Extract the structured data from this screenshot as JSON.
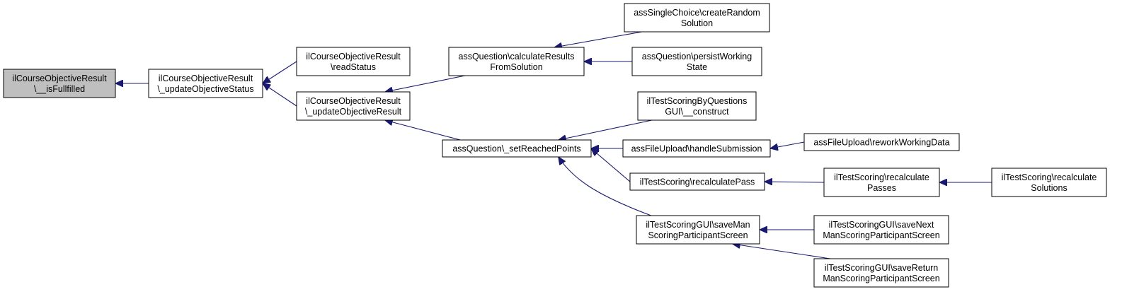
{
  "colors": {
    "edge": "#191970",
    "root_fill": "#bfbfbf",
    "node_fill": "#ffffff",
    "border": "#000000"
  },
  "nodes": [
    {
      "id": "n0",
      "lines": [
        "ilCourseObjectiveResult",
        "\\__isFullfilled"
      ],
      "root": true
    },
    {
      "id": "n1",
      "lines": [
        "ilCourseObjectiveResult",
        "\\_updateObjectiveStatus"
      ]
    },
    {
      "id": "n2",
      "lines": [
        "ilCourseObjectiveResult",
        "\\readStatus"
      ]
    },
    {
      "id": "n3",
      "lines": [
        "ilCourseObjectiveResult",
        "\\_updateObjectiveResult"
      ]
    },
    {
      "id": "n4",
      "lines": [
        "assQuestion\\calculateResults",
        "FromSolution"
      ]
    },
    {
      "id": "n5",
      "lines": [
        "assQuestion\\_setReachedPoints"
      ]
    },
    {
      "id": "n6",
      "lines": [
        "assSingleChoice\\createRandom",
        "Solution"
      ]
    },
    {
      "id": "n7",
      "lines": [
        "assQuestion\\persistWorking",
        "State"
      ]
    },
    {
      "id": "n8",
      "lines": [
        "ilTestScoringByQuestions",
        "GUI\\__construct"
      ]
    },
    {
      "id": "n9",
      "lines": [
        "assFileUpload\\handleSubmission"
      ]
    },
    {
      "id": "n10",
      "lines": [
        "ilTestScoring\\recalculatePass"
      ]
    },
    {
      "id": "n11",
      "lines": [
        "ilTestScoringGUI\\saveMan",
        "ScoringParticipantScreen"
      ]
    },
    {
      "id": "n12",
      "lines": [
        "assFileUpload\\reworkWorkingData"
      ]
    },
    {
      "id": "n13",
      "lines": [
        "ilTestScoring\\recalculate",
        "Passes"
      ]
    },
    {
      "id": "n14",
      "lines": [
        "ilTestScoringGUI\\saveNext",
        "ManScoringParticipantScreen"
      ]
    },
    {
      "id": "n15",
      "lines": [
        "ilTestScoringGUI\\saveReturn",
        "ManScoringParticipantScreen"
      ]
    },
    {
      "id": "n16",
      "lines": [
        "ilTestScoring\\recalculate",
        "Solutions"
      ]
    }
  ],
  "edges": [
    {
      "from": "n1",
      "to": "n0"
    },
    {
      "from": "n2",
      "to": "n1"
    },
    {
      "from": "n3",
      "to": "n1"
    },
    {
      "from": "n4",
      "to": "n3"
    },
    {
      "from": "n5",
      "to": "n3"
    },
    {
      "from": "n6",
      "to": "n4"
    },
    {
      "from": "n7",
      "to": "n4"
    },
    {
      "from": "n8",
      "to": "n5"
    },
    {
      "from": "n9",
      "to": "n5"
    },
    {
      "from": "n10",
      "to": "n5"
    },
    {
      "from": "n11",
      "to": "n5"
    },
    {
      "from": "n12",
      "to": "n9"
    },
    {
      "from": "n13",
      "to": "n10"
    },
    {
      "from": "n16",
      "to": "n13"
    },
    {
      "from": "n14",
      "to": "n11"
    },
    {
      "from": "n15",
      "to": "n11"
    }
  ]
}
